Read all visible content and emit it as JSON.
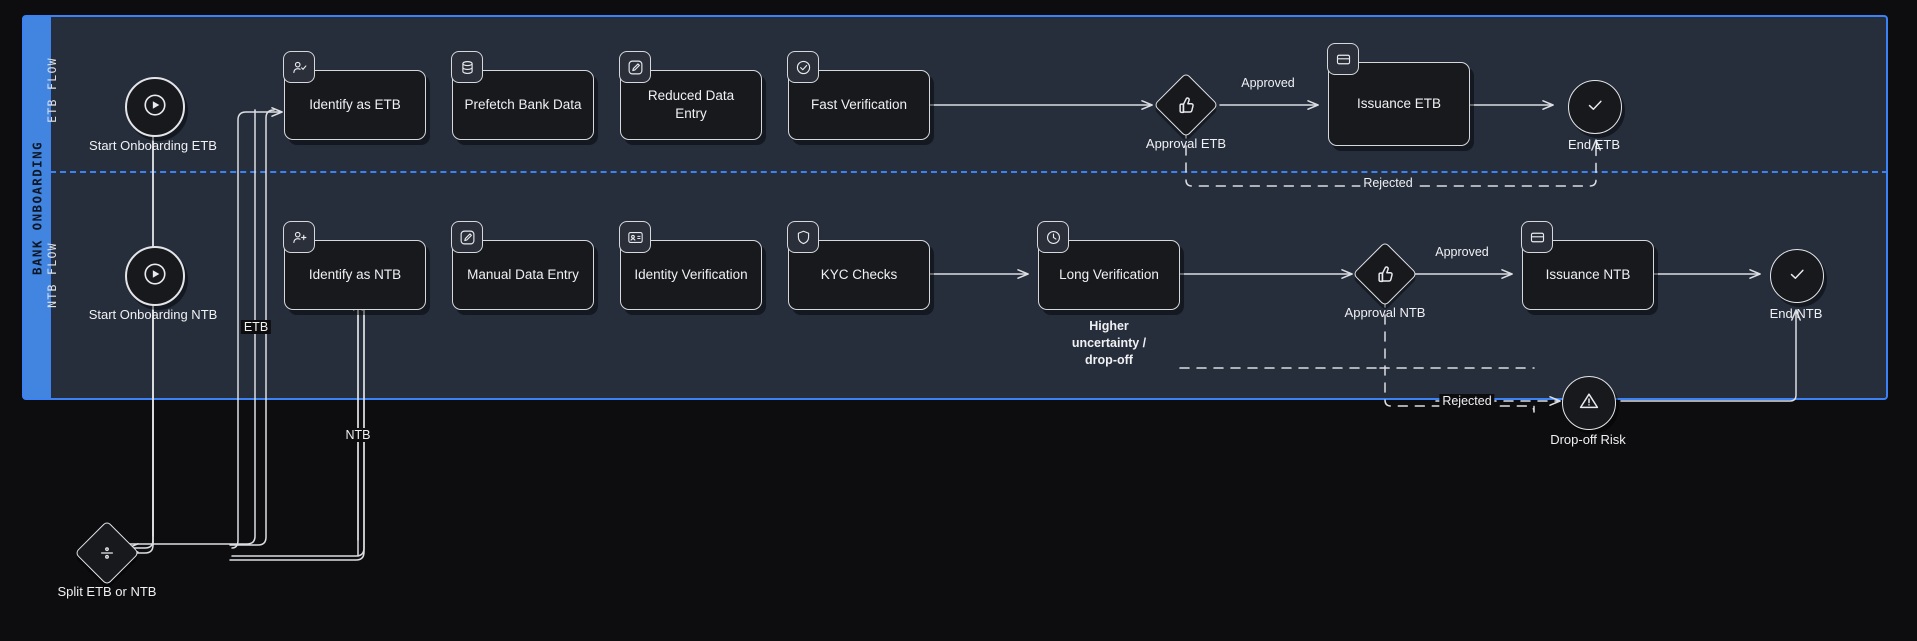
{
  "pool": {
    "title": "BANK ONBOARDING",
    "accent_color": "#3b82f6",
    "lane_bg": "#262d3b",
    "canvas_bg": "#0d0d0f",
    "lanes": [
      {
        "id": "etb",
        "label": "ETB FLOW"
      },
      {
        "id": "ntb",
        "label": "NTB FLOW"
      }
    ]
  },
  "etb_flow": {
    "start": {
      "label": "Start Onboarding ETB",
      "icon": "play-circle-icon"
    },
    "tasks": [
      {
        "id": "identify-etb",
        "label": "Identify as ETB",
        "icon": "user-check-icon"
      },
      {
        "id": "prefetch-bank",
        "label": "Prefetch Bank Data",
        "icon": "database-icon"
      },
      {
        "id": "reduced-entry",
        "label": "Reduced Data Entry",
        "icon": "pencil-square-icon"
      },
      {
        "id": "fast-verification",
        "label": "Fast Verification",
        "icon": "check-badge-icon"
      },
      {
        "id": "issuance-etb",
        "label": "Issuance ETB",
        "icon": "card-icon"
      }
    ],
    "gateway": {
      "label": "Approval ETB",
      "icon": "thumbs-up-icon"
    },
    "end": {
      "label": "End ETB",
      "icon": "check-icon"
    },
    "edges": {
      "approved": "Approved",
      "rejected": "Rejected"
    }
  },
  "ntb_flow": {
    "start": {
      "label": "Start Onboarding NTB",
      "icon": "play-circle-icon"
    },
    "tasks": [
      {
        "id": "identify-ntb",
        "label": "Identify as NTB",
        "icon": "user-plus-icon"
      },
      {
        "id": "manual-entry",
        "label": "Manual Data Entry",
        "icon": "pencil-square-icon"
      },
      {
        "id": "identity-verification",
        "label": "Identity Verification",
        "icon": "id-card-icon"
      },
      {
        "id": "kyc-checks",
        "label": "KYC Checks",
        "icon": "shield-icon"
      },
      {
        "id": "long-verification",
        "label": "Long Verification",
        "icon": "clock-icon"
      },
      {
        "id": "issuance-ntb",
        "label": "Issuance NTB",
        "icon": "card-icon"
      }
    ],
    "gateway": {
      "label": "Approval NTB",
      "icon": "thumbs-up-icon"
    },
    "end": {
      "label": "End NTB",
      "icon": "check-icon"
    },
    "risk": {
      "label": "Drop-off Risk",
      "icon": "warning-triangle-icon"
    },
    "note": "Higher uncertainty / drop-off",
    "edges": {
      "approved": "Approved",
      "rejected": "Rejected"
    }
  },
  "split": {
    "label": "Split ETB or NTB",
    "icon": "ratio-split-icon",
    "branches": {
      "etb": "ETB",
      "ntb": "NTB"
    }
  }
}
